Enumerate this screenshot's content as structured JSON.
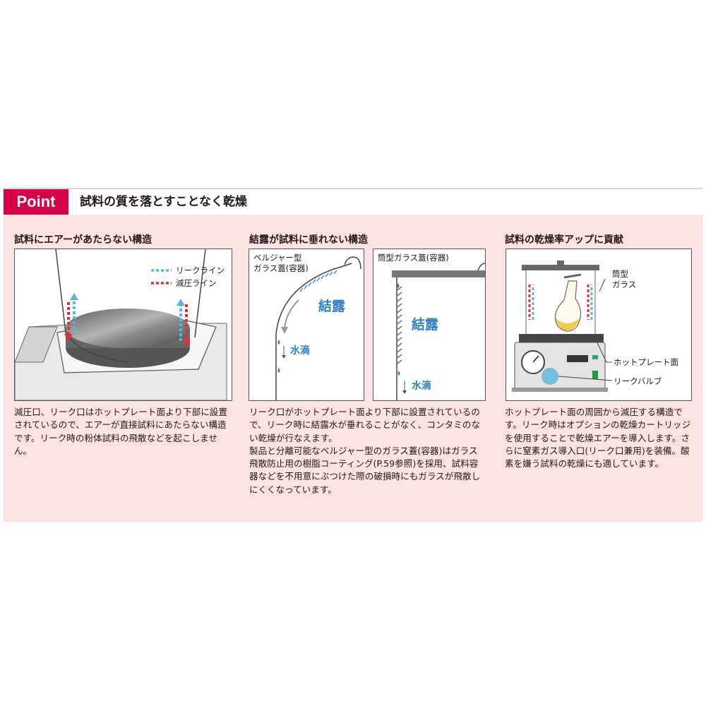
{
  "header": {
    "badge": "Point",
    "title": "試料の質を落とすことなく乾燥"
  },
  "sections": [
    {
      "title": "試料にエアーがあたらない構造",
      "legend": {
        "leak_line": "リークライン",
        "vacuum_line": "減圧ライン"
      },
      "body": "減圧口、リーク口はホットプレート面より下部に設置されているので、エアーが直接試料にあたらない構造です。リーク時の粉体試料の飛散などを起こしません。"
    },
    {
      "title": "結露が試料に垂れない構造",
      "left_diagram": {
        "label_line1": "ベルジャー型",
        "label_line2": "ガラス蓋(容器)",
        "condensation": "結露",
        "droplets": "水滴"
      },
      "right_diagram": {
        "label": "筒型ガラス蓋(容器)",
        "condensation": "結露",
        "droplets": "水滴"
      },
      "body_p1": "リーク口がホットプレート面より下部に設置されているので、リーク時に結露水が垂れることがなく、コンタミのない乾燥が行なえます。",
      "body_p2": "製品と分離可能なベルジャー型のガラス蓋(容器)はガラス飛散防止用の樹脂コーティング(P.59参照)を採用、試料容器などを不用意にぶつけた際の破損時にもガラスが飛散しにくくなっています。"
    },
    {
      "title": "試料の乾燥率アップに貢献",
      "labels": {
        "glass_line1": "筒型",
        "glass_line2": "ガラス",
        "hotplate": "ホットプレート面",
        "leak_valve": "リークバルブ"
      },
      "body": "ホットプレート面の周囲から減圧する構造です。リーク時はオプションの乾燥カートリッジを使用することで乾燥エアーを導入します。さらに窒素ガス導入口(リーク口兼用)を装備。酸素を嫌う試料の乾燥にも適しています。"
    }
  ],
  "colors": {
    "accent": "#d7004a",
    "panel_bg": "#fbe2e3",
    "leak_line": "#5ab4e0",
    "vacuum_line": "#e0303a",
    "label_blue": "#2f7fc1"
  }
}
